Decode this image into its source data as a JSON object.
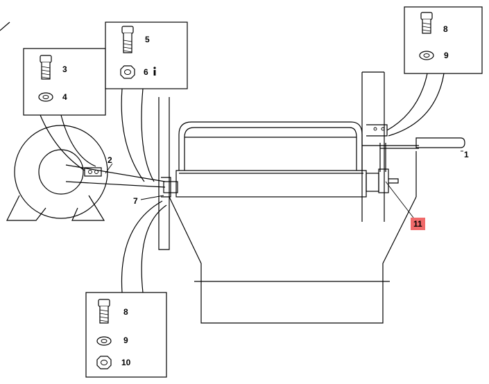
{
  "callouts": {
    "c1": "1",
    "c2": "2",
    "c3": "3",
    "c4": "4",
    "c5": "5",
    "c6": "6",
    "c7": "7",
    "c8a": "8",
    "c9a": "9",
    "c8b": "8",
    "c9b": "9",
    "c10": "10",
    "c11": "11"
  },
  "colors": {
    "highlight": "#f06a6a",
    "line": "#000000",
    "background": "#ffffff"
  },
  "icons": [
    "bolt-icon",
    "washer-icon",
    "nut-icon",
    "info-icon"
  ]
}
